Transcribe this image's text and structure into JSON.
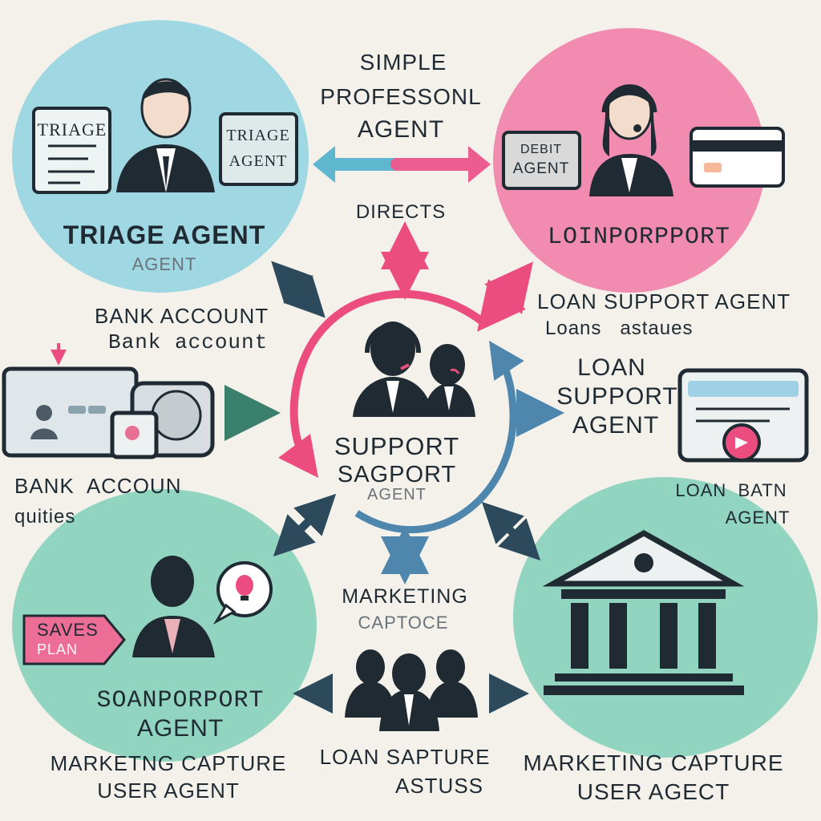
{
  "colors": {
    "background": "#f3f1ea",
    "blue_blob": "#8fd3e0",
    "pink_blob": "#f07aa6",
    "teal_blob": "#7fcfb8",
    "arrow_blue": "#4f86ad",
    "arrow_pink": "#ec4d80",
    "arrow_teal": "#4fa890",
    "ink": "#1f2a33"
  },
  "top_center": {
    "line1": "SIMPLE",
    "line2": "PROFESSONL",
    "line3": "AGENT",
    "directs": "DIRECTS"
  },
  "triage": {
    "card_left": "TRIAGE",
    "card_right_line1": "TRIAGE",
    "card_right_line2": "AGENT",
    "title": "TRIAGE AGENT",
    "subtitle": "AGENT",
    "bank_line1": "BANK ACCOUNT",
    "bank_line2": "Bank account",
    "icons": [
      "document-icon",
      "person-icon",
      "badge-icon"
    ]
  },
  "loan_top": {
    "card_line1": "DEBIT",
    "card_line2": "AGENT",
    "title": "LOINPORPPORT",
    "label_line1": "LOAN SUPPORT AGENT",
    "label_line2": "Loans   astaues",
    "icons": [
      "headset-person-icon",
      "credit-card-icon"
    ]
  },
  "center": {
    "title_line1": "SUPPORT",
    "title_line2": "SAGPORT",
    "title_line3": "AGENT",
    "icons": [
      "headset-agent-icon",
      "agent-icon"
    ]
  },
  "left_mid": {
    "label_line1": "BANK  ACCOUN",
    "label_line2": "quities",
    "icons": [
      "monitor-icon",
      "phone-icon"
    ]
  },
  "right_mid": {
    "label_line1": "LOAN",
    "label_line2": "SUPPORT",
    "label_line3": "AGENT",
    "bottom_line1": "LOAN  BATN",
    "bottom_line2": "AGENT",
    "icons": [
      "browser-window-icon",
      "pink-badge-icon"
    ]
  },
  "bottom_left": {
    "tag_line1": "SAVES",
    "tag_line2": "PLAN",
    "title_line1": "SOANPORPORT",
    "title_line2": "AGENT",
    "label_line1": "MARKETNG CAPTURE",
    "label_line2": "USER AGENT",
    "icons": [
      "person-icon",
      "lightbulb-bubble-icon"
    ]
  },
  "bottom_center": {
    "label_line1": "MARKETING",
    "label_line2": "CAPTOCE",
    "label_line3": "LOAN SAPTURE",
    "label_line4": "ASTUSS",
    "icons": [
      "team-icon"
    ]
  },
  "bottom_right": {
    "label_line1": "MARKETING CAPTURE",
    "label_line2": "USER AGECT",
    "icons": [
      "bank-building-icon"
    ]
  }
}
